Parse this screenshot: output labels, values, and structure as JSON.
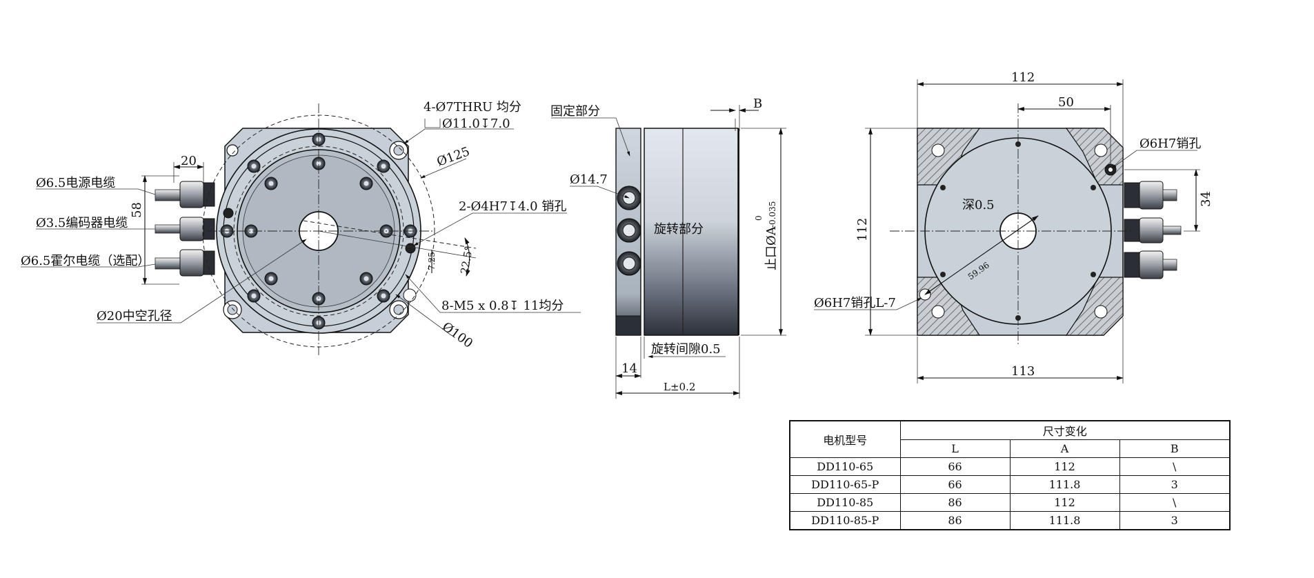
{
  "front_view": {
    "thru_holes": "4-Ø7THRU 均分",
    "counterbore": "Ø11.0↧7.0",
    "dia_125": "Ø125",
    "pin_holes": "2-Ø4H7↧4.0 销孔",
    "angle_22_5": "22.5°",
    "dim_7_25": "7.25",
    "tapped_holes": "8-M5 x 0.8↧ 11均分",
    "dia_100": "Ø100",
    "hollow_bore": "Ø20中空孔径",
    "dim_20": "20",
    "dim_58": "58",
    "power_cable": "Ø6.5电源电缆",
    "encoder_cable": "Ø3.5编码器电缆",
    "hall_cable": "Ø6.5霍尔电缆（选配）"
  },
  "side_view": {
    "fixed_part": "固定部分",
    "dim_b": "B",
    "dia_14_7": "Ø14.7",
    "rotating_part": "旋转部分",
    "spigot_label": "止口ØA",
    "spigot_tol_upper": "0",
    "spigot_tol_lower": "-0.035",
    "rotation_gap": "旋转间隙0.5",
    "dim_14": "14",
    "length": "L±0.2"
  },
  "rear_view": {
    "dim_112_top": "112",
    "dim_50": "50",
    "pin_hole_top": "Ø6H7销孔",
    "dim_34": "34",
    "dim_112_left": "112",
    "depth": "深0.5",
    "dim_59_96": "59.96",
    "pin_hole_bottom": "Ø6H7销孔L-7",
    "dim_113": "113"
  },
  "table": {
    "model_header": "电机型号",
    "size_header": "尺寸变化",
    "col_l": "L",
    "col_a": "A",
    "col_b": "B",
    "rows": [
      {
        "model": "DD110-65",
        "l": "66",
        "a": "112",
        "b": "\\"
      },
      {
        "model": "DD110-65-P",
        "l": "66",
        "a": "111.8",
        "b": "3"
      },
      {
        "model": "DD110-85",
        "l": "86",
        "a": "112",
        "b": "\\"
      },
      {
        "model": "DD110-85-P",
        "l": "86",
        "a": "111.8",
        "b": "3"
      }
    ]
  }
}
